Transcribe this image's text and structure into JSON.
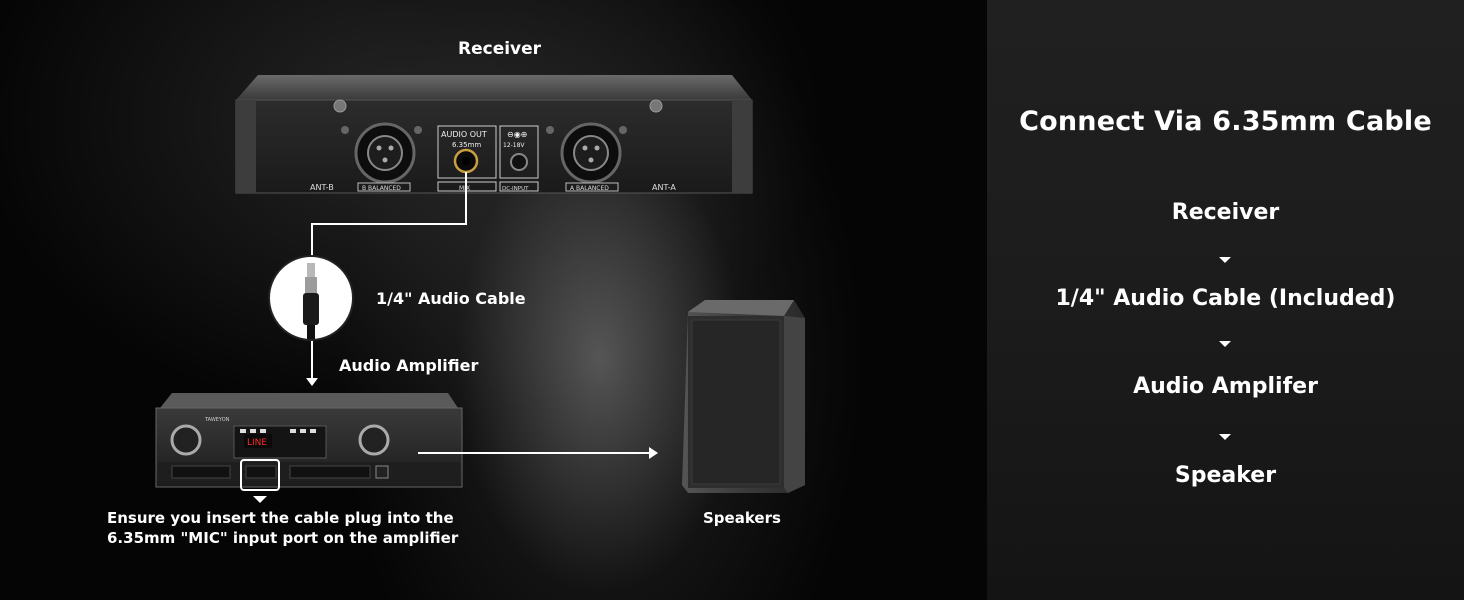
{
  "left": {
    "receiver_label": "Receiver",
    "receiver_panel": {
      "ant_b": "ANT-B",
      "ant_a": "ANT-A",
      "b_balanced": "B BALANCED",
      "a_balanced": "A BALANCED",
      "audio_out": "AUDIO OUT",
      "audio_out_size": "6.35mm",
      "mix": "MIX",
      "dc_voltage": "12-18V",
      "dc_input": "DC-INPUT"
    },
    "cable_label": "1/4\" Audio Cable",
    "amplifier_label": "Audio Amplifier",
    "amplifier_brand": "TAWEYON",
    "amplifier_display": "LINE",
    "note_line1": "Ensure you insert the cable plug into the",
    "note_line2": "6.35mm \"MIC\" input port on the amplifier",
    "speakers_label": "Speakers"
  },
  "right": {
    "title": "Connect Via 6.35mm Cable",
    "steps": [
      "Receiver",
      "1/4\" Audio Cable (Included)",
      "Audio Amplifer",
      "Speaker"
    ]
  }
}
